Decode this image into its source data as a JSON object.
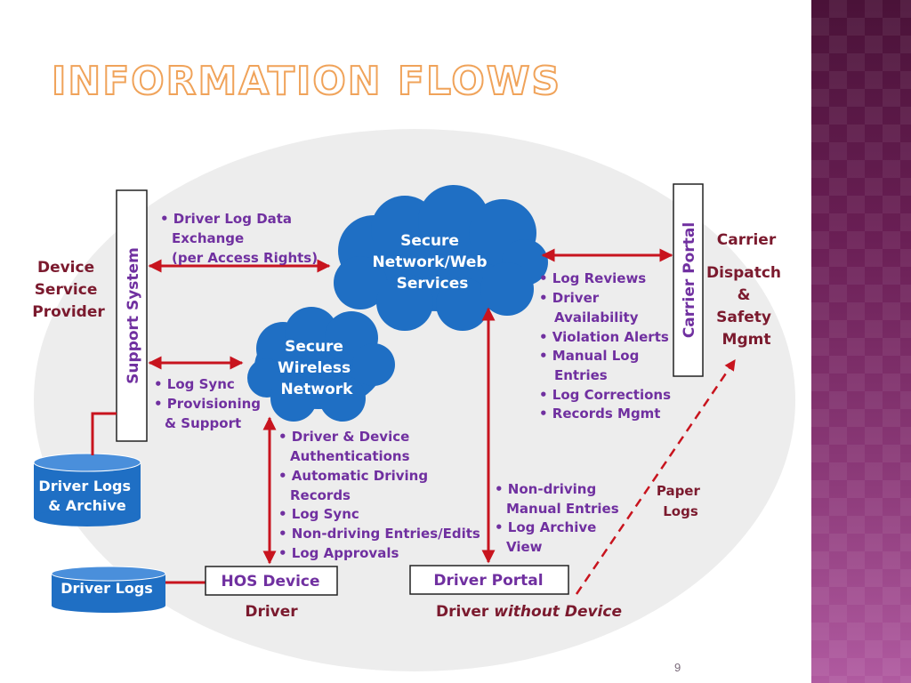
{
  "title": "Information Flows",
  "slide_number": "9",
  "colors": {
    "title_fill": "#ffffff",
    "title_outline": "#f0a35a",
    "arrow_red": "#c8141e",
    "purple_text": "#7030a0",
    "dark_red_text": "#7b1a2e",
    "cloud_blue": "#1f6fc4",
    "db_blue": "#1f6fc4",
    "ellipse_bg": "#ededed"
  },
  "diagram": {
    "device_service_provider": [
      "Device",
      "Service",
      "Provider"
    ],
    "support_system": "Support System",
    "carrier_portal": "Carrier Portal",
    "carrier": "Carrier",
    "dispatch_safety": [
      "Dispatch",
      "&",
      "Safety",
      "Mgmt"
    ],
    "secure_network": [
      "Secure",
      "Network/Web",
      "Services"
    ],
    "secure_wireless": [
      "Secure",
      "Wireless",
      "Network"
    ],
    "driver_logs_archive": [
      "Driver Logs",
      "& Archive"
    ],
    "driver_logs": "Driver Logs",
    "hos_device": "HOS Device",
    "driver_portal": "Driver Portal",
    "driver": "Driver",
    "driver_without_device_prefix": "Driver ",
    "driver_without_device_emph": "without Device",
    "paper_logs": [
      "Paper",
      "Logs"
    ],
    "exchange_notes": [
      "• Driver Log Data",
      "Exchange",
      "(per Access Rights)"
    ],
    "support_notes": [
      "• Log Sync",
      "• Provisioning",
      "& Support"
    ],
    "carrier_notes": [
      "•  Log Reviews",
      "•  Driver",
      "Availability",
      "•  Violation Alerts",
      "•  Manual Log",
      "Entries",
      "•  Log Corrections",
      "•  Records Mgmt"
    ],
    "device_notes": [
      "• Driver & Device",
      "Authentications",
      "• Automatic Driving",
      "Records",
      "• Log Sync",
      "• Non-driving Entries/Edits",
      "• Log Approvals"
    ],
    "portal_notes": [
      "• Non-driving",
      "Manual Entries",
      "• Log Archive",
      "View"
    ]
  }
}
